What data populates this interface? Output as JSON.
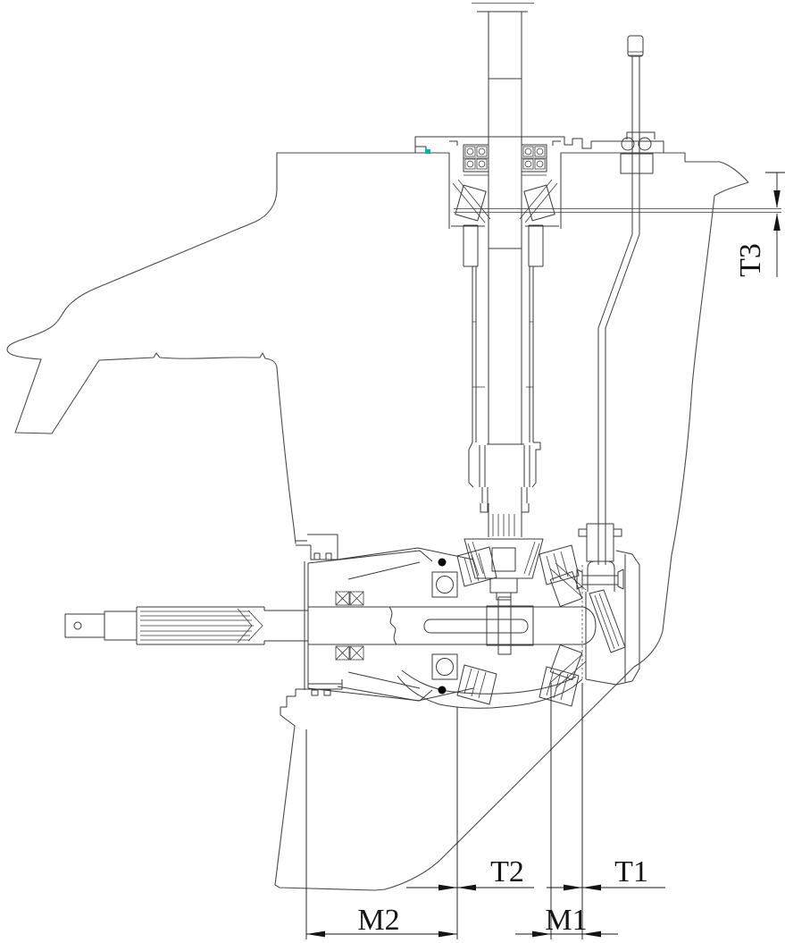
{
  "drawing": {
    "background": "#ffffff",
    "line_color": "#4a4a4a",
    "internal_line_color": "#3a3a3a",
    "dimension_color": "#141414",
    "accent_teal": "#00b3b3"
  },
  "dims": {
    "T3": {
      "label": "T3",
      "orientation": "vertical",
      "region": "upper-right"
    },
    "T2": {
      "label": "T2",
      "orientation": "horizontal",
      "region": "bottom-center"
    },
    "T1": {
      "label": "T1",
      "orientation": "horizontal",
      "region": "bottom-right"
    },
    "M2": {
      "label": "M2",
      "orientation": "horizontal",
      "region": "bottom-left"
    },
    "M1": {
      "label": "M1",
      "orientation": "horizontal",
      "region": "bottom-right"
    }
  }
}
